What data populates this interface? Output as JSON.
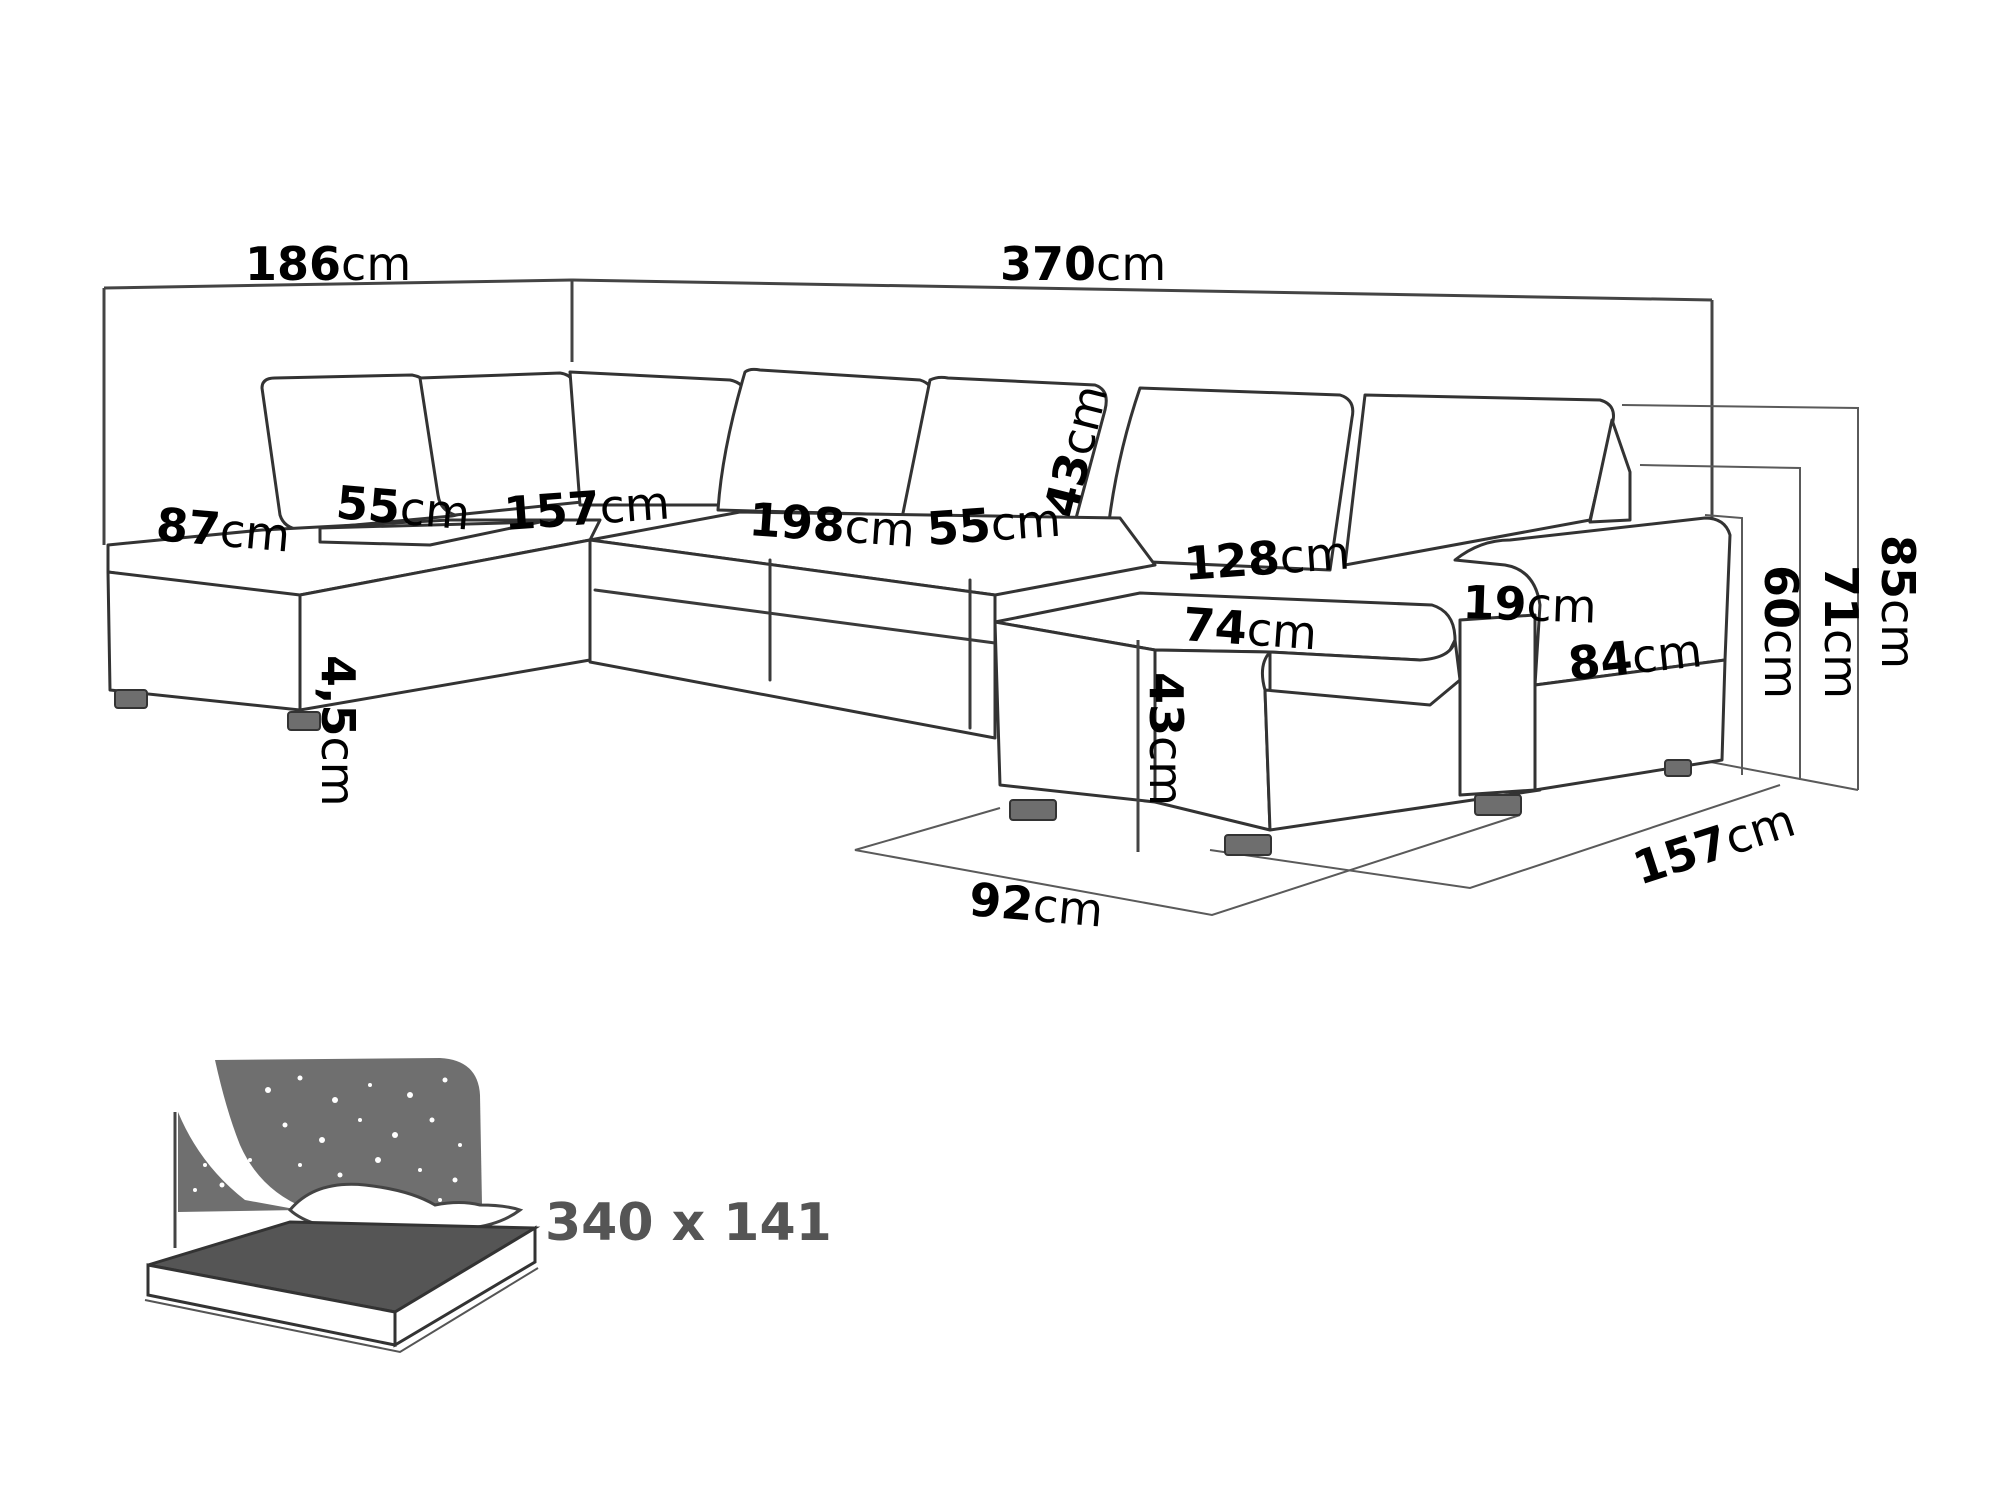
{
  "dimensions": {
    "width_left": {
      "value": "186",
      "unit": "cm"
    },
    "width_main": {
      "value": "370",
      "unit": "cm"
    },
    "height_total": {
      "value": "85",
      "unit": "cm"
    },
    "height_back": {
      "value": "71",
      "unit": "cm"
    },
    "height_armrest": {
      "value": "60",
      "unit": "cm"
    },
    "depth_left_chaise": {
      "value": "87",
      "unit": "cm"
    },
    "cushion_left": {
      "value": "55",
      "unit": "cm"
    },
    "seat_left": {
      "value": "157",
      "unit": "cm"
    },
    "seat_middle": {
      "value": "198",
      "unit": "cm"
    },
    "cushion_middle": {
      "value": "55",
      "unit": "cm"
    },
    "back_height": {
      "value": "43",
      "unit": "cm"
    },
    "chaise_length": {
      "value": "128",
      "unit": "cm"
    },
    "chaise_width": {
      "value": "74",
      "unit": "cm"
    },
    "armrest_width": {
      "value": "19",
      "unit": "cm"
    },
    "armrest_depth": {
      "value": "84",
      "unit": "cm"
    },
    "seat_height": {
      "value": "43",
      "unit": "cm"
    },
    "leg_height": {
      "value": "4,5",
      "unit": "cm"
    },
    "depth_right": {
      "value": "157",
      "unit": "cm"
    },
    "depth_chaise": {
      "value": "92",
      "unit": "cm"
    }
  },
  "bed": {
    "label": "340 x 141",
    "icon": "sleeping-area-icon"
  },
  "colors": {
    "line": "#3a3a3a",
    "leg": "#6e6e6e",
    "bed_icon": "#6f6f6f"
  }
}
